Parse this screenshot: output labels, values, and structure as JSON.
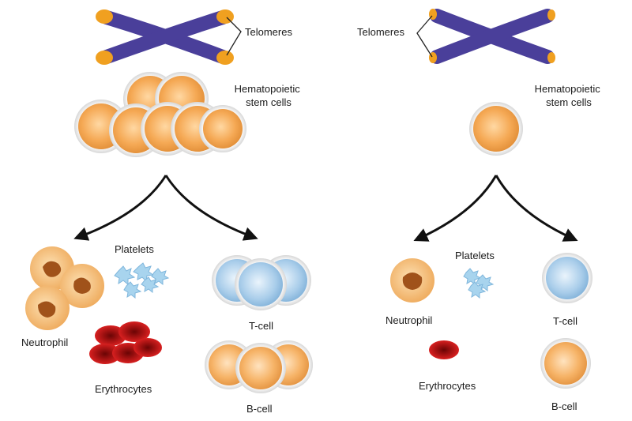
{
  "left_panel": {
    "telomeres_label": "Telomeres",
    "stem_cells_label": [
      "Hematopoietic",
      "stem cells"
    ],
    "platelets_label": "Platelets",
    "neutrophil_label": "Neutrophil",
    "erythrocytes_label": "Erythrocytes",
    "t_cell_label": "T-cell",
    "b_cell_label": "B-cell"
  },
  "right_panel": {
    "telomeres_label": "Telomeres",
    "stem_cells_label": [
      "Hematopoietic",
      "stem cells"
    ],
    "platelets_label": "Platelets",
    "neutrophil_label": "Neutrophil",
    "erythrocytes_label": "Erythrocytes",
    "t_cell_label": "T-cell",
    "b_cell_label": "B-cell"
  },
  "colors": {
    "chromosome": "#4a3f9a",
    "telomere_cap": "#f0a020",
    "stem_cell": "#f5a955",
    "t_cell": "#a9cdea",
    "b_cell": "#f6b367",
    "erythrocyte": "#c41a1a",
    "platelet": "#a8d4ee",
    "neutrophil": "#f6c27a",
    "neutrophil_nucleus": "#a0521a",
    "arrow": "#111111"
  }
}
